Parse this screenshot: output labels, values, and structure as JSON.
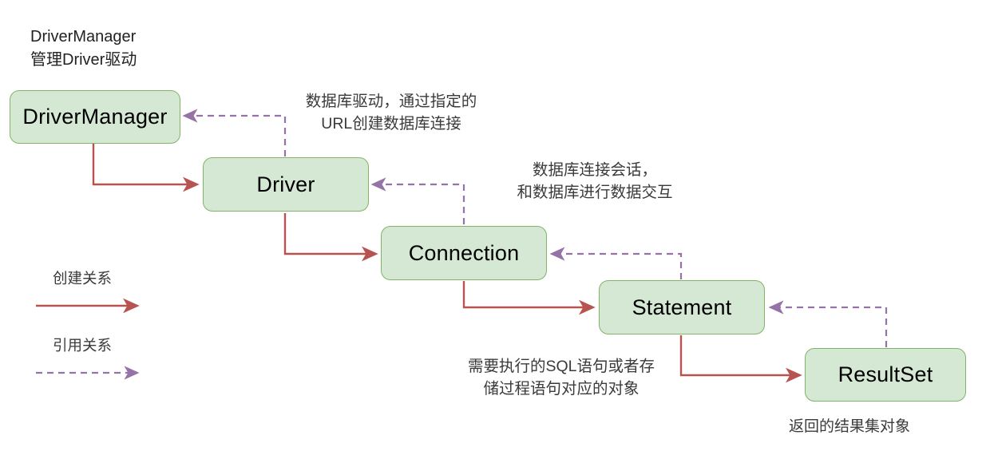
{
  "diagram": {
    "title_note": "DriverManager\n管理Driver驱动",
    "colors": {
      "node_fill": "#d5e8d4",
      "node_stroke": "#82b366",
      "create_arrow": "#b85450",
      "reference_arrow": "#9673a6",
      "text": "#3a3a3a"
    },
    "nodes": [
      {
        "id": "driver-manager",
        "label": "DriverManager"
      },
      {
        "id": "driver",
        "label": "Driver"
      },
      {
        "id": "connection",
        "label": "Connection"
      },
      {
        "id": "statement",
        "label": "Statement"
      },
      {
        "id": "result-set",
        "label": "ResultSet"
      }
    ],
    "notes": [
      {
        "id": "driver-note",
        "text": "数据库驱动，通过指定的\nURL创建数据库连接"
      },
      {
        "id": "connection-note",
        "text": "数据库连接会话，\n和数据库进行数据交互"
      },
      {
        "id": "statement-note",
        "text": "需要执行的SQL语句或者存\n储过程语句对应的对象"
      }
    ],
    "caption": "返回的结果集对象",
    "legend": [
      {
        "id": "create-relation",
        "label": "创建关系",
        "style": "solid",
        "color": "#b85450"
      },
      {
        "id": "reference-relation",
        "label": "引用关系",
        "style": "dashed",
        "color": "#9673a6"
      }
    ],
    "edges": [
      {
        "from": "driver-manager",
        "to": "driver",
        "kind": "创建关系"
      },
      {
        "from": "driver",
        "to": "connection",
        "kind": "创建关系"
      },
      {
        "from": "connection",
        "to": "statement",
        "kind": "创建关系"
      },
      {
        "from": "statement",
        "to": "result-set",
        "kind": "创建关系"
      },
      {
        "from": "driver",
        "to": "driver-manager",
        "kind": "引用关系"
      },
      {
        "from": "connection",
        "to": "driver",
        "kind": "引用关系"
      },
      {
        "from": "statement",
        "to": "connection",
        "kind": "引用关系"
      },
      {
        "from": "result-set",
        "to": "statement",
        "kind": "引用关系"
      }
    ]
  }
}
